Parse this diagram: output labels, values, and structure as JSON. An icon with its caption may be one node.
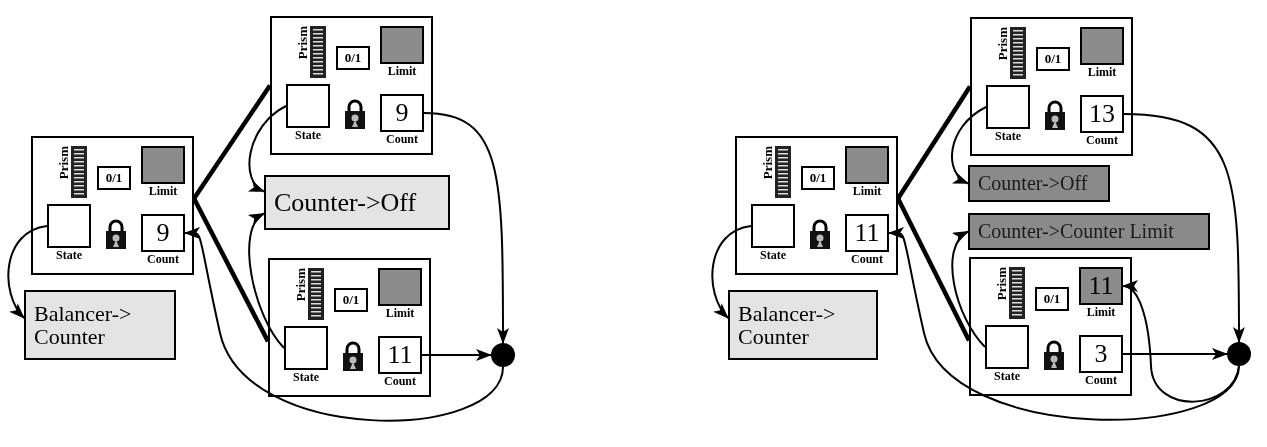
{
  "diagram": {
    "nodes": [
      {
        "text": [],
        "shape": "box"
      },
      {
        "text": [
          "Prism"
        ],
        "in": 0
      },
      {
        "text": [
          "0/1"
        ],
        "in": 0
      },
      {
        "text": [
          "Limit"
        ],
        "in": 0
      },
      {
        "text": [
          "State"
        ],
        "in": 0
      },
      {
        "text": [
          "9",
          "Count"
        ],
        "in": 0
      },
      {
        "text": [
          "Balancer-> Counter"
        ]
      },
      {
        "text": [],
        "shape": "box"
      },
      {
        "text": [
          "Prism"
        ],
        "in": 7
      },
      {
        "text": [
          "0/1"
        ],
        "in": 7
      },
      {
        "text": [
          "Limit"
        ],
        "in": 7
      },
      {
        "text": [
          "State"
        ],
        "in": 7
      },
      {
        "text": [
          "9",
          "Count"
        ],
        "in": 7
      },
      {
        "text": [
          "Counter->Off"
        ]
      },
      {
        "text": [],
        "shape": "box"
      },
      {
        "text": [
          "Prism"
        ],
        "in": 14
      },
      {
        "text": [
          "0/1"
        ],
        "in": 14
      },
      {
        "text": [
          "Limit"
        ],
        "in": 14
      },
      {
        "text": [
          "State"
        ],
        "in": 14
      },
      {
        "text": [
          "11",
          "Count"
        ],
        "in": 14
      },
      {
        "text": [],
        "shape": "circle"
      },
      {
        "text": [],
        "shape": "box"
      },
      {
        "text": [
          "Prism"
        ],
        "in": 21
      },
      {
        "text": [
          "0/1"
        ],
        "in": 21
      },
      {
        "text": [
          "Limit"
        ],
        "in": 21
      },
      {
        "text": [
          "State"
        ],
        "in": 21
      },
      {
        "text": [
          "11",
          "Count"
        ],
        "in": 21
      },
      {
        "text": [
          "Balancer-> Counter"
        ]
      },
      {
        "text": [],
        "shape": "box"
      },
      {
        "text": [
          "Prism"
        ],
        "in": 28
      },
      {
        "text": [
          "0/1"
        ],
        "in": 28
      },
      {
        "text": [
          "Limit"
        ],
        "in": 28
      },
      {
        "text": [
          "State"
        ],
        "in": 28
      },
      {
        "text": [
          "13",
          "Count"
        ],
        "in": 28
      },
      {
        "text": [
          "Counter->Off"
        ]
      },
      {
        "text": [
          "Counter->Counter Limit"
        ]
      },
      {
        "text": [],
        "shape": "box"
      },
      {
        "text": [
          "Prism"
        ],
        "in": 36
      },
      {
        "text": [
          "0/1"
        ],
        "in": 36
      },
      {
        "text": [
          "11",
          "Limit"
        ],
        "in": 36
      },
      {
        "text": [
          "State"
        ],
        "in": 36
      },
      {
        "text": [
          "3",
          "Count"
        ],
        "in": 36
      },
      {
        "text": [],
        "shape": "circle"
      }
    ],
    "edges": [
      {
        "from": 0,
        "to": 7,
        "arrow": "none",
        "style": "thick"
      },
      {
        "from": 0,
        "to": 14,
        "arrow": "none",
        "style": "thick"
      },
      {
        "from": 4,
        "to": 6,
        "arrow": "to"
      },
      {
        "from": 11,
        "to": 13,
        "arrow": "to"
      },
      {
        "from": 18,
        "to": 13,
        "arrow": "to"
      },
      {
        "from": 12,
        "to": 20,
        "arrow": "to"
      },
      {
        "from": 19,
        "to": 20,
        "arrow": "to"
      },
      {
        "from": 20,
        "to": 5,
        "arrow": "to"
      },
      {
        "from": 21,
        "to": 28,
        "arrow": "none",
        "style": "thick"
      },
      {
        "from": 21,
        "to": 36,
        "arrow": "none",
        "style": "thick"
      },
      {
        "from": 25,
        "to": 27,
        "arrow": "to"
      },
      {
        "from": 32,
        "to": 34,
        "arrow": "to"
      },
      {
        "from": 40,
        "to": 35,
        "arrow": "to"
      },
      {
        "from": 33,
        "to": 42,
        "arrow": "to"
      },
      {
        "from": 41,
        "to": 42,
        "arrow": "to"
      },
      {
        "from": 42,
        "to": 26,
        "arrow": "to"
      },
      {
        "from": 42,
        "to": 39,
        "arrow": "to"
      }
    ]
  }
}
